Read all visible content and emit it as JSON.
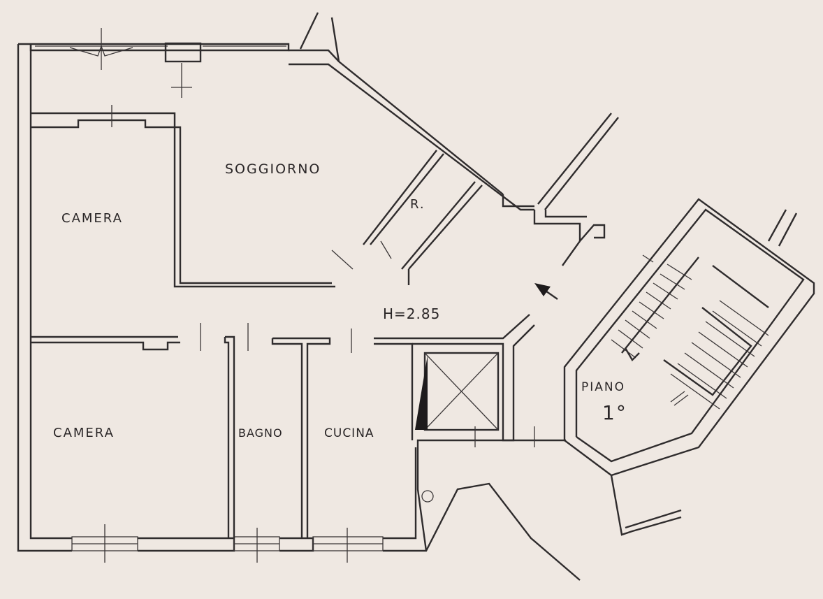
{
  "rooms": {
    "soggiorno": "SOGGIORNO",
    "camera_top": "CAMERA",
    "camera_bottom": "CAMERA",
    "ripostiglio": "R.",
    "bagno": "BAGNO",
    "cucina": "CUCINA"
  },
  "ceiling_height": "H=2.85",
  "floor": {
    "label": "PIANO",
    "number": "1°"
  },
  "colors": {
    "paper": "#efe8e2",
    "ink": "#2f2c2d"
  }
}
